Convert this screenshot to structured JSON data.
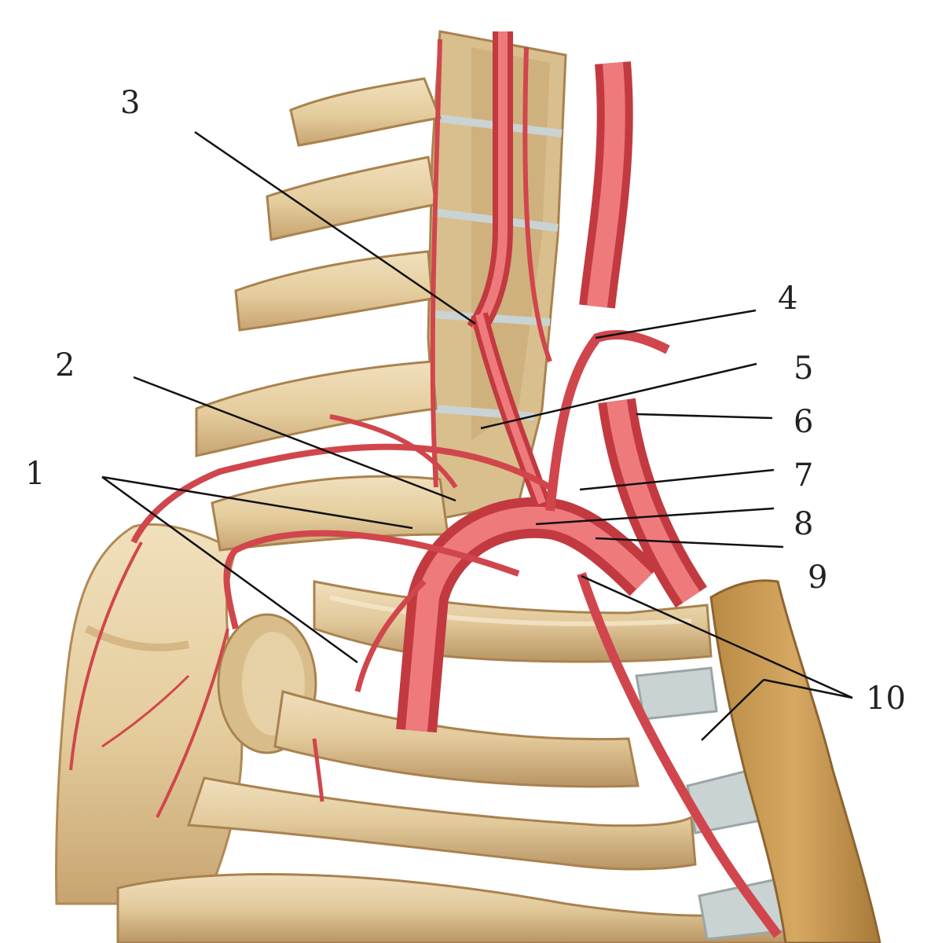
{
  "labels": [
    {
      "id": "label-1",
      "text": "1"
    },
    {
      "id": "label-2",
      "text": "2"
    },
    {
      "id": "label-3",
      "text": "3"
    },
    {
      "id": "label-4",
      "text": "4"
    },
    {
      "id": "label-5",
      "text": "5"
    },
    {
      "id": "label-6",
      "text": "6"
    },
    {
      "id": "label-7",
      "text": "7"
    },
    {
      "id": "label-8",
      "text": "8"
    },
    {
      "id": "label-9",
      "text": "9"
    },
    {
      "id": "label-10",
      "text": "10"
    }
  ],
  "colors": {
    "bone": "#e8d2a6",
    "bone_shadow": "#c9a874",
    "bone_dark": "#a9824f",
    "cartilage": "#c9d3d3",
    "sternum": "#c99a52",
    "artery": "#e35a5e",
    "artery_dark": "#c23a40",
    "artery_light": "#f19a98",
    "leader": "#111111"
  }
}
